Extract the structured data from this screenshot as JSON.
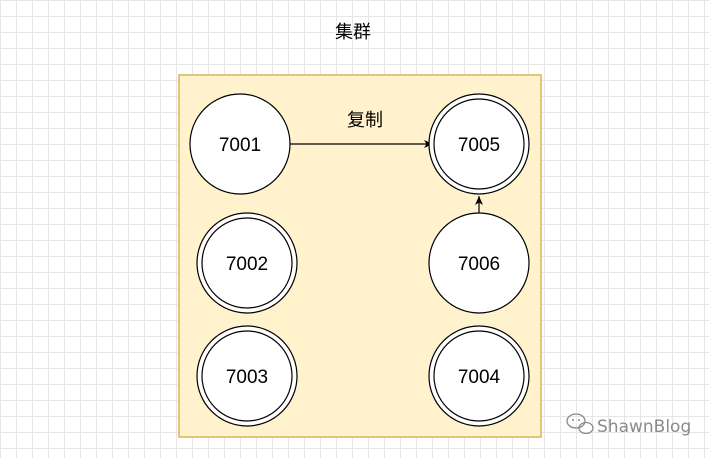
{
  "title": "集群",
  "edge_label": "复制",
  "watermark": "ShawnBlog",
  "colors": {
    "cluster_fill": "#fff2cc",
    "cluster_stroke": "#d6b656",
    "node_fill": "#ffffff",
    "node_stroke": "#000000",
    "edge": "#000000"
  },
  "nodes": [
    {
      "id": "7001",
      "label": "7001",
      "double_ring": false
    },
    {
      "id": "7005",
      "label": "7005",
      "double_ring": true
    },
    {
      "id": "7002",
      "label": "7002",
      "double_ring": true
    },
    {
      "id": "7006",
      "label": "7006",
      "double_ring": false
    },
    {
      "id": "7003",
      "label": "7003",
      "double_ring": true
    },
    {
      "id": "7004",
      "label": "7004",
      "double_ring": true
    }
  ],
  "edges": [
    {
      "from": "7001",
      "to": "7005",
      "label": "复制"
    },
    {
      "from": "7006",
      "to": "7005"
    }
  ]
}
